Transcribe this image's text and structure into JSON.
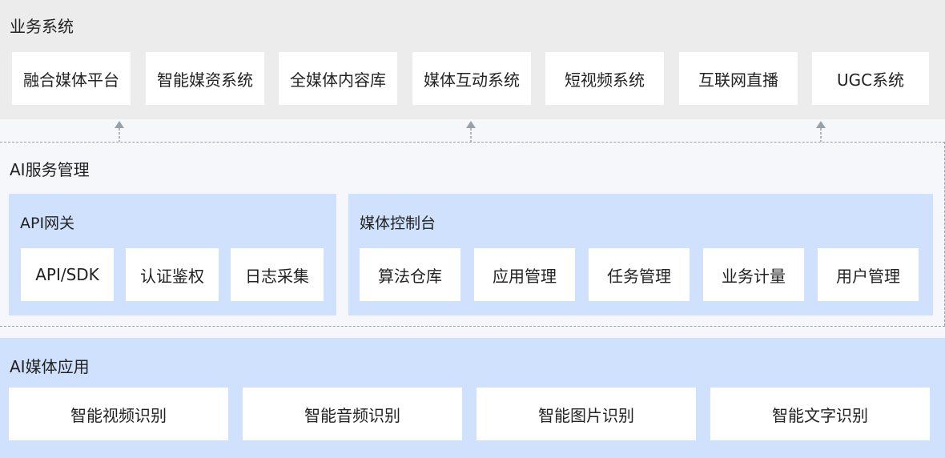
{
  "business_layer": {
    "title": "业务系统",
    "items": [
      "融合媒体平台",
      "智能媒资系统",
      "全媒体内容库",
      "媒体互动系统",
      "短视频系统",
      "互联网直播",
      "UGC系统"
    ]
  },
  "service_layer": {
    "title": "AI服务管理",
    "gateway": {
      "title": "API网关",
      "items": [
        "API/SDK",
        "认证鉴权",
        "日志采集"
      ]
    },
    "console": {
      "title": "媒体控制台",
      "items": [
        "算法仓库",
        "应用管理",
        "任务管理",
        "业务计量",
        "用户管理"
      ]
    }
  },
  "media_layer": {
    "title": "AI媒体应用",
    "items": [
      "智能视频识别",
      "智能音频识别",
      "智能图片识别",
      "智能文字识别"
    ]
  },
  "colors": {
    "business_bg": "#ececed",
    "service_bg": "#f5f7fa",
    "panel_bg": "#cfe1fc",
    "box_bg": "#ffffff",
    "connector": "#9aa0a8"
  }
}
